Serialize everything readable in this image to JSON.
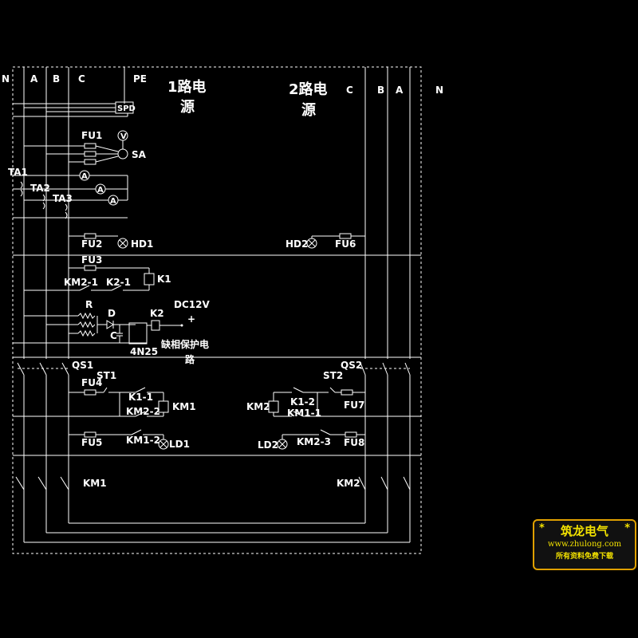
{
  "bus_labels": {
    "n1": "N",
    "a1": "A",
    "b1": "B",
    "c1": "C",
    "pe": "PE",
    "c2": "C",
    "b2": "B",
    "a2": "A",
    "n2": "N"
  },
  "titles": {
    "src1_line1": "1路电",
    "src1_line2": "源",
    "src2_line1": "2路电",
    "src2_line2": "源"
  },
  "components": {
    "spd": "SPD",
    "fu1": "FU1",
    "v": "V",
    "sa": "SA",
    "a": "A",
    "ta1": "TA1",
    "ta2": "TA2",
    "ta3": "TA3",
    "fu2": "FU2",
    "hd1": "HD1",
    "fu3": "FU3",
    "k1": "K1",
    "km2_1": "KM2-1",
    "k2_1": "K2-1",
    "r": "R",
    "d": "D",
    "c": "C",
    "k2": "K2",
    "dc12v": "DC12V",
    "plus": "+",
    "opto": "4N25",
    "phase1": "缺相保护电",
    "phase2": "路",
    "qs1": "QS1",
    "st1": "ST1",
    "fu4": "FU4",
    "k1_1": "K1-1",
    "km2_2": "KM2-2",
    "km1": "KM1",
    "fu5": "FU5",
    "km1_2": "KM1-2",
    "ld1": "LD1",
    "km1_main": "KM1",
    "hd2": "HD2",
    "fu6": "FU6",
    "qs2": "QS2",
    "st2": "ST2",
    "km2": "KM2",
    "k1_2": "K1-2",
    "fu7": "FU7",
    "km1_1": "KM1-1",
    "ld2": "LD2",
    "km2_3": "KM2-3",
    "fu8": "FU8",
    "km2_main": "KM2"
  },
  "logo": {
    "star": "*",
    "title": "筑龙电气",
    "url": "www.zhulong.com",
    "slogan": "所有资料免费下载",
    "accent": "#f2e100",
    "border": "#e0a000"
  }
}
